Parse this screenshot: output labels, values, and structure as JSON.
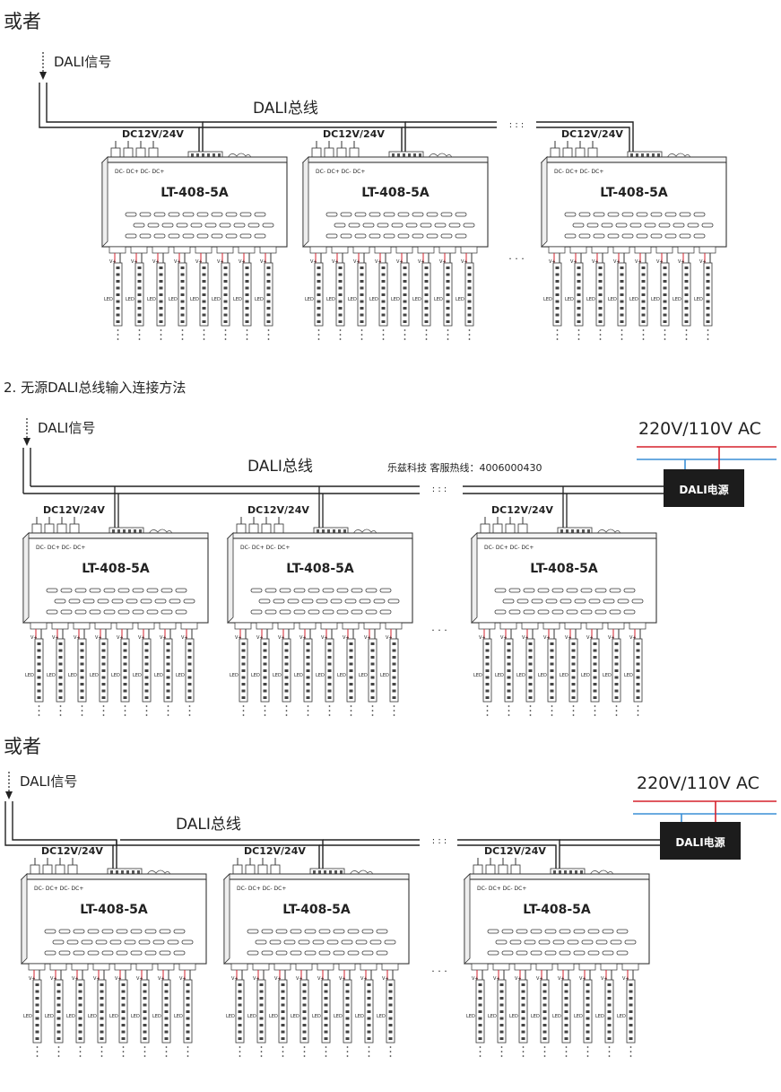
{
  "headings": {
    "or_1": "或者",
    "method_2": "2. 无源DALI总线输入连接方法",
    "or_2": "或者"
  },
  "labels": {
    "dali_signal": "DALI信号",
    "dali_bus": "DALI总线",
    "module_model": "LT-408-5A",
    "module_voltage": "DC12V/24V",
    "dc_terminals": "DC-  DC+ DC- DC+",
    "ac_supply": "220V/110V AC",
    "dali_power": "DALI电源",
    "hotline": "乐兹科技 客服热线：4006000430",
    "led": "LED",
    "vplus": "V+",
    "ellipsis": "· · ·",
    "bus_gap": ": : :"
  },
  "colors": {
    "wire": "#222222",
    "power_red": "#d6202c",
    "power_blue": "#3a8fd6",
    "psu_fill": "#1c1c1c"
  }
}
